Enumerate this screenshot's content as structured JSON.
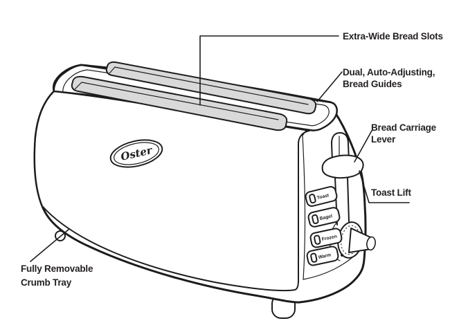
{
  "diagram": {
    "brand": "Oster",
    "callouts": {
      "bread_slots": {
        "text": "Extra-Wide Bread Slots"
      },
      "bread_guides": {
        "line1": "Dual, Auto-Adjusting,",
        "line2": "Bread Guides"
      },
      "carriage_lever": {
        "line1": "Bread Carriage",
        "line2": "Lever"
      },
      "toast_lift": {
        "text": "Toast Lift"
      },
      "crumb_tray": {
        "line1": "Fully Removable",
        "line2": "Crumb Tray"
      }
    },
    "buttons": [
      {
        "label": "Toast"
      },
      {
        "label": "Bagel"
      },
      {
        "label": "Frozen"
      },
      {
        "label": "Warm"
      }
    ],
    "colors": {
      "line": "#1c1c1c",
      "slot_fill": "#d9d9d9",
      "text": "#231f20",
      "background": "#ffffff"
    }
  }
}
